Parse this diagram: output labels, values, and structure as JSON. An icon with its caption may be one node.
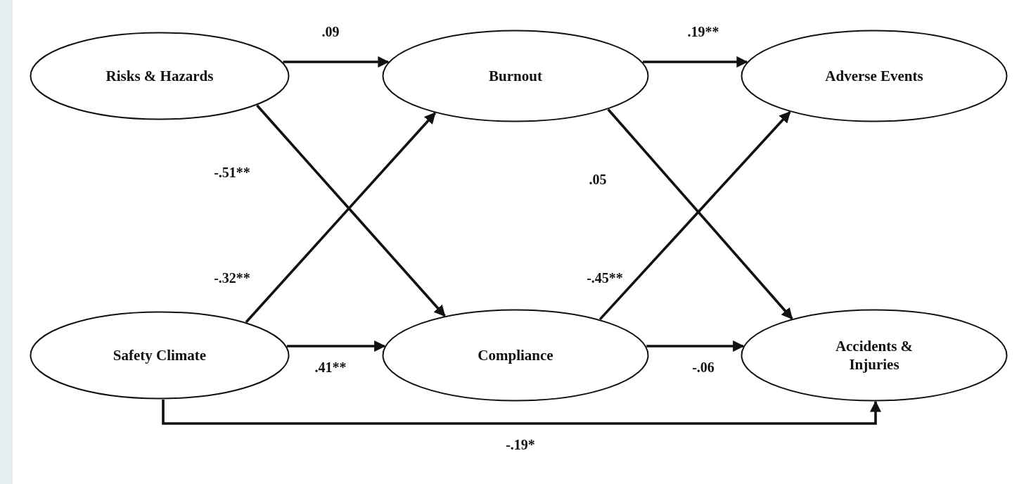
{
  "diagram": {
    "nodes": [
      {
        "text": [
          "Risks & Hazards"
        ]
      },
      {
        "text": [
          "Burnout"
        ]
      },
      {
        "text": [
          "Adverse Events"
        ]
      },
      {
        "text": [
          "Safety Climate"
        ]
      },
      {
        "text": [
          "Compliance"
        ]
      },
      {
        "text": [
          "Accidents & Injuries"
        ]
      }
    ],
    "edges": [
      {
        "from": 0,
        "to": 1,
        "arrow": "to",
        "label": ".09"
      },
      {
        "from": 1,
        "to": 2,
        "arrow": "to",
        "label": ".19**"
      },
      {
        "from": 0,
        "to": 4,
        "arrow": "to",
        "label": "-.51**"
      },
      {
        "from": 1,
        "to": 5,
        "arrow": "to",
        "label": ".05"
      },
      {
        "from": 3,
        "to": 1,
        "arrow": "to",
        "label": "-.32**"
      },
      {
        "from": 4,
        "to": 2,
        "arrow": "to",
        "label": "-.45**"
      },
      {
        "from": 3,
        "to": 4,
        "arrow": "to",
        "label": ".41**"
      },
      {
        "from": 4,
        "to": 5,
        "arrow": "to",
        "label": "-.06"
      },
      {
        "from": 3,
        "to": 5,
        "arrow": "to",
        "label": "-.19*"
      }
    ]
  }
}
